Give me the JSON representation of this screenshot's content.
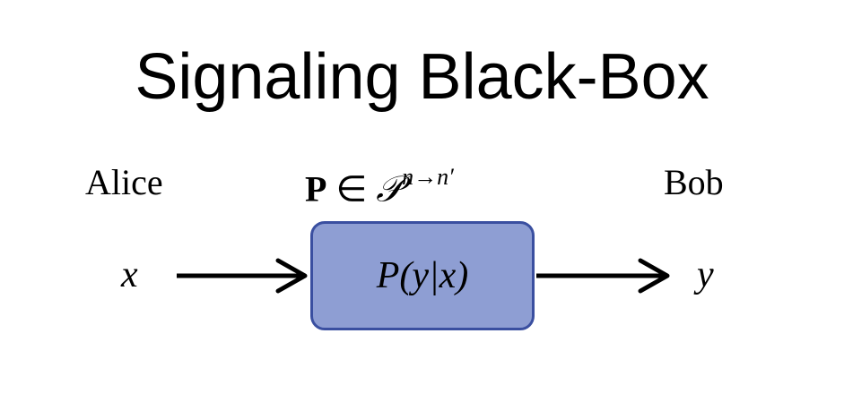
{
  "title": "Signaling Black-Box",
  "diagram": {
    "sender_label": "Alice",
    "receiver_label": "Bob",
    "set_label": {
      "bold_symbol": "P",
      "relation": " ∈ ",
      "script_symbol": "𝒫",
      "superscript": "n→n′"
    },
    "input_variable": "x",
    "output_variable": "y",
    "box_formula": "P(y|x)"
  },
  "colors": {
    "box_fill": "#8e9ed3",
    "box_border": "#3a4fa0",
    "arrow": "#000000"
  }
}
